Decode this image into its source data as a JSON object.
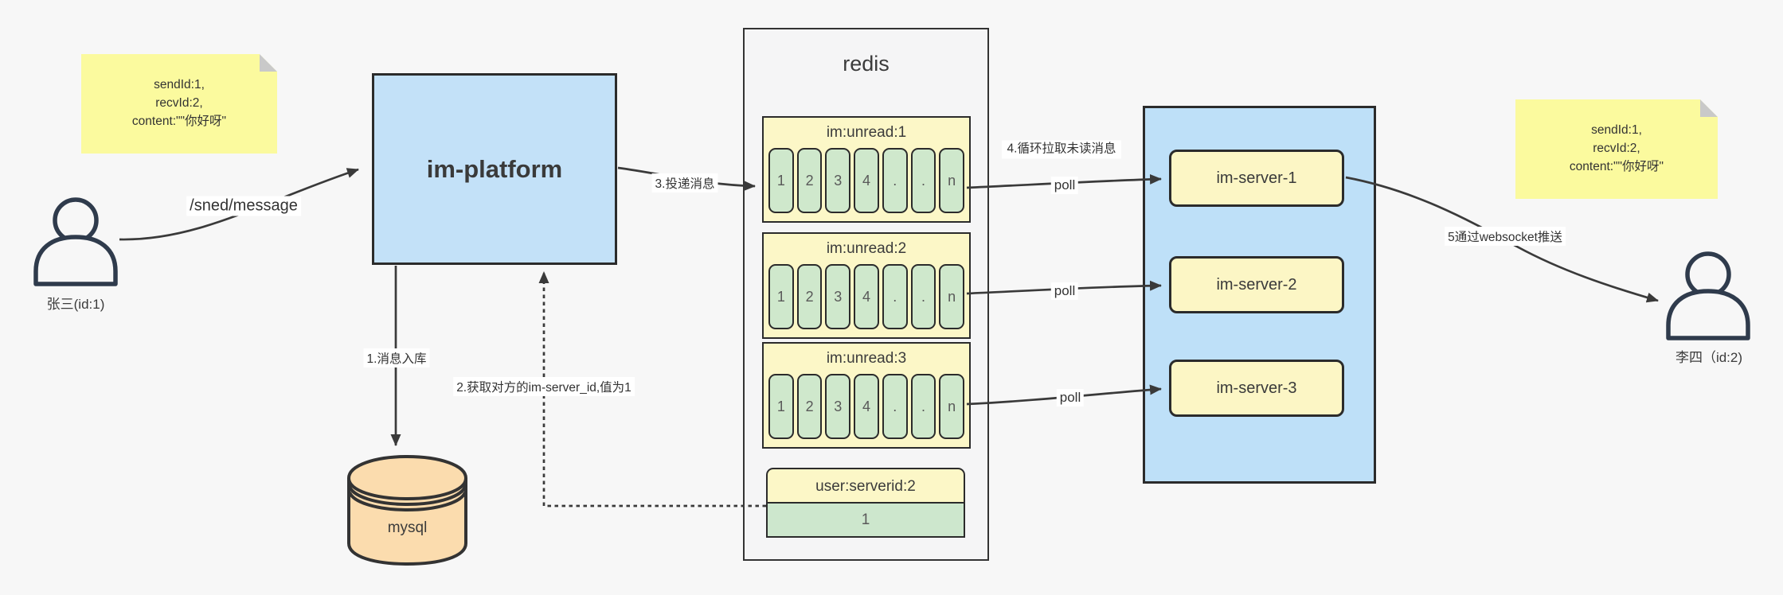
{
  "canvas": {
    "bg": "#f7f7f7"
  },
  "colors": {
    "platform_blue": "#c3e1f8",
    "cluster_blue": "#bee0f8",
    "note_yellow": "#fbfa9e",
    "box_yellow": "#fcf7c7",
    "cell_green": "#cfe8cc",
    "db_orange": "#fbdcae",
    "line_dark": "#3a3a3a"
  },
  "actors": {
    "sender": {
      "label": "张三(id:1)"
    },
    "receiver": {
      "label": "李四（id:2)"
    }
  },
  "notes": {
    "left": {
      "line1": "sendId:1,",
      "line2": "recvId:2,",
      "line3": "content:\"\"你好呀\""
    },
    "right": {
      "line1": "sendId:1,",
      "line2": "recvId:2,",
      "line3": "content:\"\"你好呀\""
    }
  },
  "platform": {
    "label": "im-platform"
  },
  "database": {
    "label": "mysql"
  },
  "redis": {
    "title": "redis",
    "queues": [
      {
        "name": "im:unread:1",
        "cells": [
          "1",
          "2",
          "3",
          "4",
          ".",
          ".",
          "n"
        ]
      },
      {
        "name": "im:unread:2",
        "cells": [
          "1",
          "2",
          "3",
          "4",
          ".",
          ".",
          "n"
        ]
      },
      {
        "name": "im:unread:3",
        "cells": [
          "1",
          "2",
          "3",
          "4",
          ".",
          ".",
          "n"
        ]
      }
    ],
    "kv": {
      "key": "user:serverid:2",
      "value": "1"
    }
  },
  "cluster": {
    "servers": [
      {
        "label": "im-server-1"
      },
      {
        "label": "im-server-2"
      },
      {
        "label": "im-server-3"
      }
    ]
  },
  "labels": {
    "send_api": "/sned/message",
    "step1": "1.消息入库",
    "step2": "2.获取对方的im-server_id,值为1",
    "step3": "3.投递消息",
    "step4": "4.循环拉取未读消息",
    "step5": "5通过websocket推送",
    "poll": "poll"
  }
}
